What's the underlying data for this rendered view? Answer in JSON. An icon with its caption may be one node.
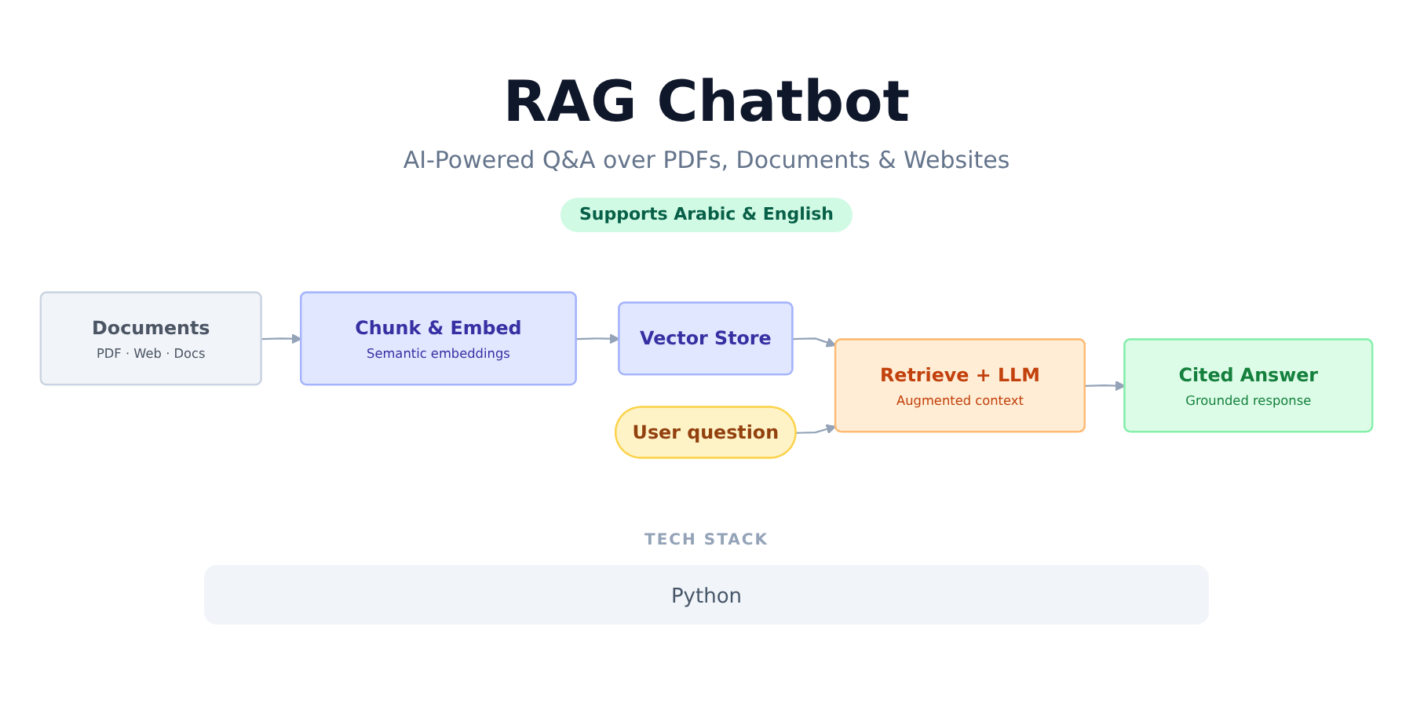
{
  "diagram": {
    "title": "RAG Chatbot",
    "nodes": [
      {
        "text": [
          "Documents",
          "PDF · Web · Docs"
        ]
      },
      {
        "text": [
          "Chunk & Embed",
          "Semantic embeddings"
        ]
      },
      {
        "text": [
          "Vector Store"
        ]
      },
      {
        "text": [
          "User question"
        ]
      },
      {
        "text": [
          "Retrieve + LLM",
          "Augmented context"
        ]
      },
      {
        "text": [
          "Cited Answer",
          "Grounded response"
        ]
      }
    ],
    "edges": [
      {
        "from": 0,
        "to": 1,
        "arrow": "to"
      },
      {
        "from": 1,
        "to": 2,
        "arrow": "to"
      },
      {
        "from": 2,
        "to": 4,
        "arrow": "to"
      },
      {
        "from": 3,
        "to": 4,
        "arrow": "to"
      },
      {
        "from": 4,
        "to": 5,
        "arrow": "to"
      }
    ],
    "labels": [
      "AI-Powered Q&A over PDFs, Documents & Websites",
      "Supports Arabic & English",
      "TECH STACK",
      "Python"
    ]
  }
}
